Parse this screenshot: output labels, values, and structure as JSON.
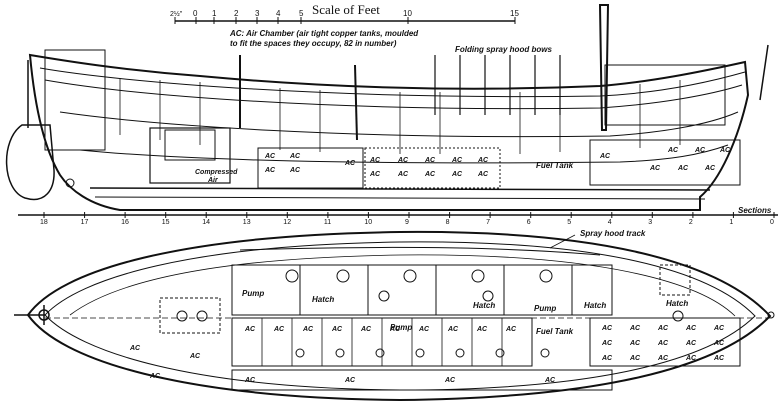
{
  "scale": {
    "title": "Scale of Feet",
    "labels": [
      "2½\"",
      "0",
      "1",
      "2",
      "3",
      "4",
      "5",
      "10",
      "15"
    ]
  },
  "annotations": {
    "ac_line1": "AC: Air Chamber (air tight copper tanks, moulded",
    "ac_line2": "to fit the spaces they occupy, 82 in number)",
    "spray_hood_bows": "Folding spray hood bows",
    "spray_hood_track": "Spray hood track",
    "sections": "Sections",
    "compressed_air_1": "Compressed",
    "compressed_air_2": "Air"
  },
  "side_view": {
    "ac_label": "AC",
    "fuel_tank": "Fuel Tank"
  },
  "plan_view": {
    "pump": "Pump",
    "hatch": "Hatch",
    "fuel_tank": "Fuel Tank",
    "ac_label": "AC"
  },
  "section_numbers": [
    "18",
    "17",
    "16",
    "15",
    "14",
    "13",
    "12",
    "11",
    "10",
    "9",
    "8",
    "7",
    "6",
    "5",
    "4",
    "3",
    "2",
    "1",
    "0"
  ]
}
